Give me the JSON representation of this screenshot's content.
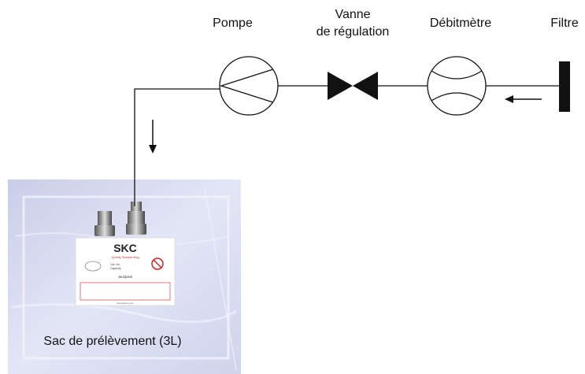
{
  "labels": {
    "pump": "Pompe",
    "valve_line1": "Vanne",
    "valve_line2": "de régulation",
    "flowmeter": "Débitmètre",
    "filter": "Filtre",
    "bag": "Sac de prélèvement (3L)"
  },
  "bag_card": {
    "brand": "SKC",
    "subtitle": "Quality Sample Bag",
    "field1": "Cat. No.",
    "field2": "Capacity",
    "name": "Jackpack",
    "web": "www.skcinc.com"
  },
  "colors": {
    "line": "#111111",
    "bag": "#d9dcf0",
    "accent_red": "#cc2222"
  }
}
